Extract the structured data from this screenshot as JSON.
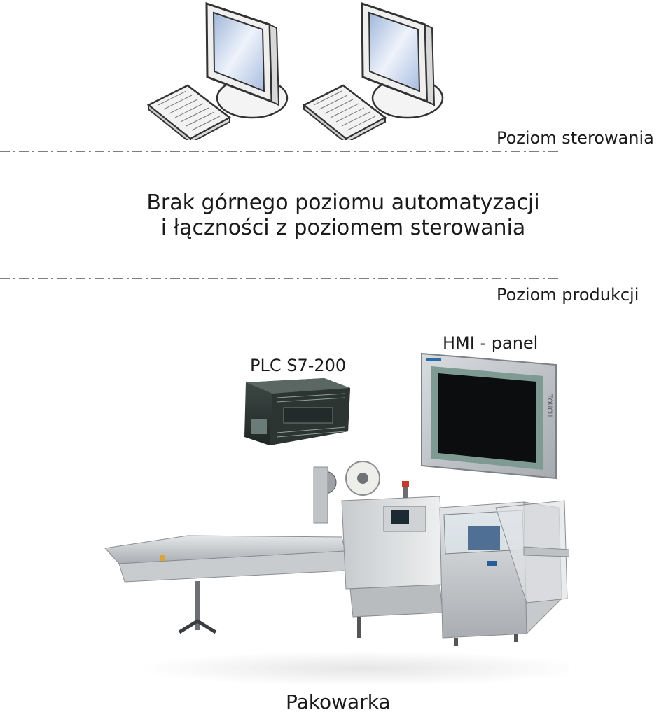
{
  "levels": {
    "control": "Poziom sterowania",
    "production": "Poziom produkcji"
  },
  "middle_note": {
    "line1": "Brak górnego poziomu automatyzacji",
    "line2": "i łączności z poziomem sterowania"
  },
  "devices": {
    "plc": "PLC S7-200",
    "hmi": "HMI - panel",
    "machine": "Pakowarka"
  }
}
